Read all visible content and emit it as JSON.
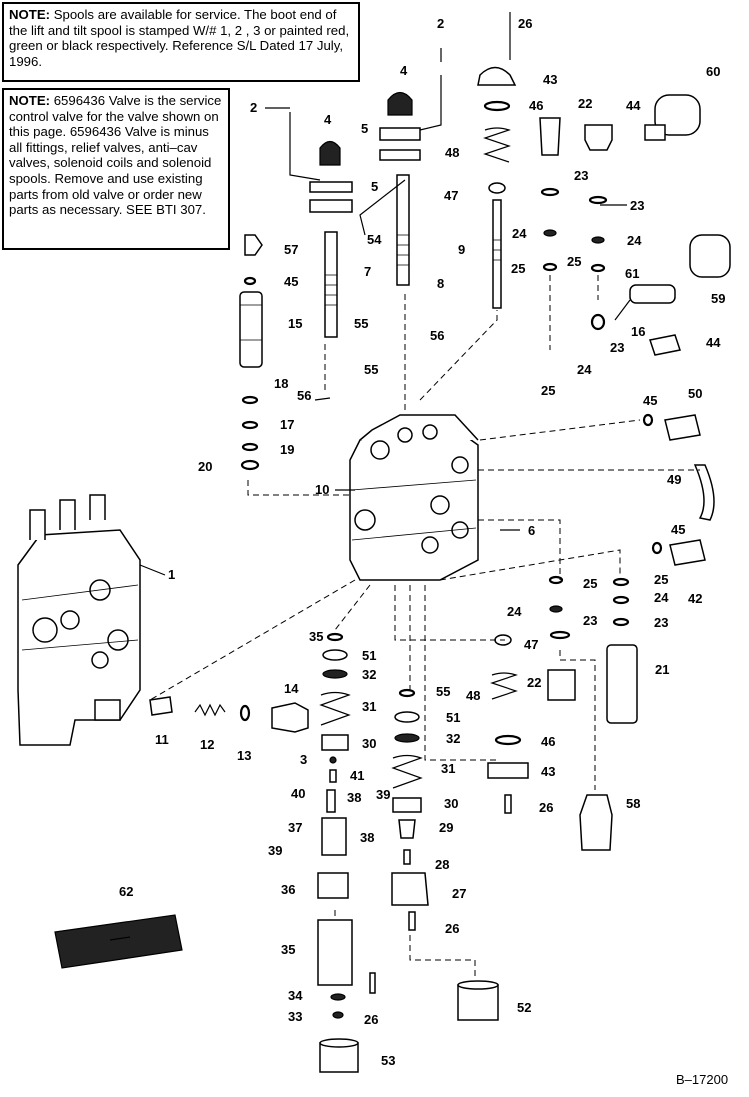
{
  "notes": {
    "note1_head": "NOTE:",
    "note1_body": "Spools are available for service.  The boot end of the lift and tilt spool is stamped W/# 1, 2 , 3 or painted red, green or black respectively.  Reference S/L Dated 17 July, 1996.",
    "note2_head": "NOTE:",
    "note2_body": "6596436 Valve is the service control valve for the valve shown on this page.  6596436 Valve is minus all fittings, relief valves, anti–cav valves, solenoid coils and solenoid spools.  Remove and use existing parts from old valve or order new parts as necessary.  SEE BTI 307."
  },
  "figure_ref": "B–17200",
  "callouts": [
    "1",
    "2",
    "3",
    "4",
    "5",
    "6",
    "7",
    "8",
    "9",
    "10",
    "11",
    "12",
    "13",
    "14",
    "15",
    "16",
    "17",
    "18",
    "19",
    "20",
    "21",
    "22",
    "23",
    "24",
    "25",
    "26",
    "27",
    "28",
    "29",
    "30",
    "31",
    "32",
    "33",
    "34",
    "35",
    "36",
    "37",
    "38",
    "39",
    "40",
    "41",
    "42",
    "43",
    "44",
    "45",
    "46",
    "47",
    "48",
    "49",
    "50",
    "51",
    "52",
    "53",
    "54",
    "55",
    "56",
    "57",
    "58",
    "59",
    "60",
    "61",
    "62"
  ]
}
